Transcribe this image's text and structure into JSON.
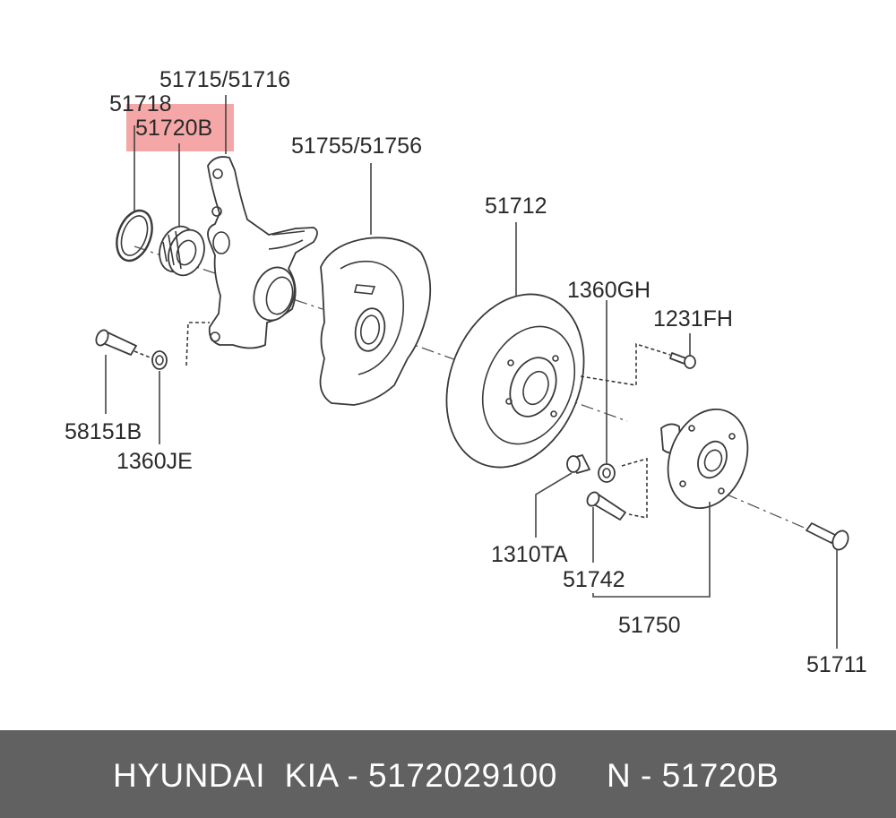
{
  "diagram": {
    "highlight_color": "#f28a8a",
    "callouts": {
      "c51715": "51715/51716",
      "c51718": "51718",
      "c51720b": "51720B",
      "c51755": "51755/51756",
      "c51712": "51712",
      "c1360gh": "1360GH",
      "c1231fh": "1231FH",
      "c58151b": "58151B",
      "c1360je": "1360JE",
      "c1310ta": "1310TA",
      "c51742": "51742",
      "c51750": "51750",
      "c51711": "51711"
    }
  },
  "footer": {
    "left_text": "HYUNDAI  KIA - 5172029100",
    "right_text": "N - 51720B",
    "background": "#616161"
  }
}
